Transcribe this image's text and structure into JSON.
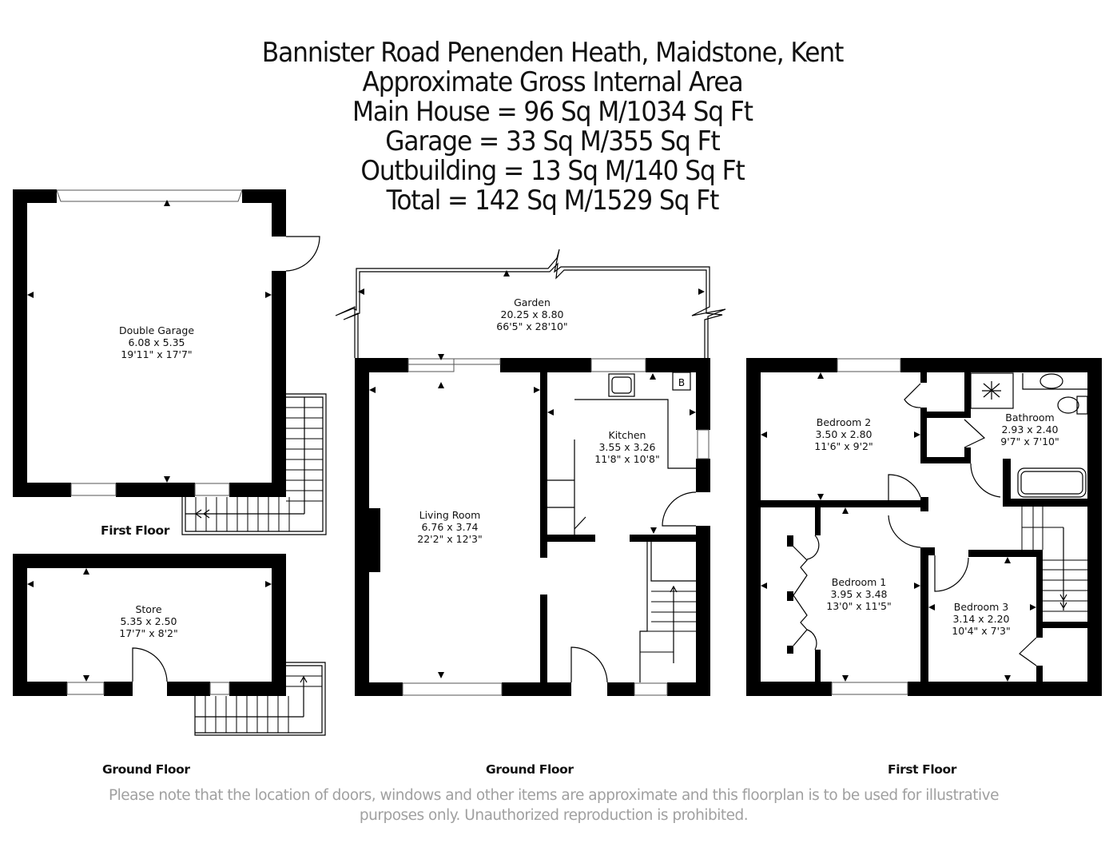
{
  "header": {
    "title": "Bannister Road Penenden Heath, Maidstone, Kent",
    "subtitle": "Approximate Gross Internal Area",
    "areas": [
      "Main House = 96 Sq M/1034 Sq Ft",
      "Garage = 33 Sq M/355 Sq Ft",
      "Outbuilding = 13 Sq M/140 Sq Ft",
      "Total = 142 Sq M/1529 Sq Ft"
    ]
  },
  "plans": {
    "garage_first_floor": {
      "floor_label": "First Floor",
      "rooms": [
        {
          "name": "Double Garage",
          "metric": "6.08 x 5.35",
          "imperial": "19'11\" x 17'7\""
        }
      ]
    },
    "store_ground_floor": {
      "floor_label": "Ground Floor",
      "rooms": [
        {
          "name": "Store",
          "metric": "5.35 x 2.50",
          "imperial": "17'7\" x 8'2\""
        }
      ]
    },
    "house_ground_floor": {
      "floor_label": "Ground Floor",
      "rooms": [
        {
          "name": "Garden",
          "metric": "20.25 x 8.80",
          "imperial": "66'5\" x 28'10\""
        },
        {
          "name": "Living Room",
          "metric": "6.76 x 3.74",
          "imperial": "22'2\" x 12'3\""
        },
        {
          "name": "Kitchen",
          "metric": "3.55 x 3.26",
          "imperial": "11'8\" x 10'8\""
        }
      ],
      "boiler_label": "B"
    },
    "house_first_floor": {
      "floor_label": "First Floor",
      "rooms": [
        {
          "name": "Bedroom 2",
          "metric": "3.50 x 2.80",
          "imperial": "11'6\" x 9'2\""
        },
        {
          "name": "Bathroom",
          "metric": "2.93 x 2.40",
          "imperial": "9'7\" x 7'10\""
        },
        {
          "name": "Bedroom 1",
          "metric": "3.95 x 3.48",
          "imperial": "13'0\" x 11'5\""
        },
        {
          "name": "Bedroom 3",
          "metric": "3.14 x 2.20",
          "imperial": "10'4\" x 7'3\""
        }
      ]
    }
  },
  "disclaimer": {
    "line1": "Please note that the location of doors, windows and other items are approximate and this floorplan is to be used for illustrative",
    "line2": "purposes only. Unauthorized reproduction is prohibited."
  }
}
